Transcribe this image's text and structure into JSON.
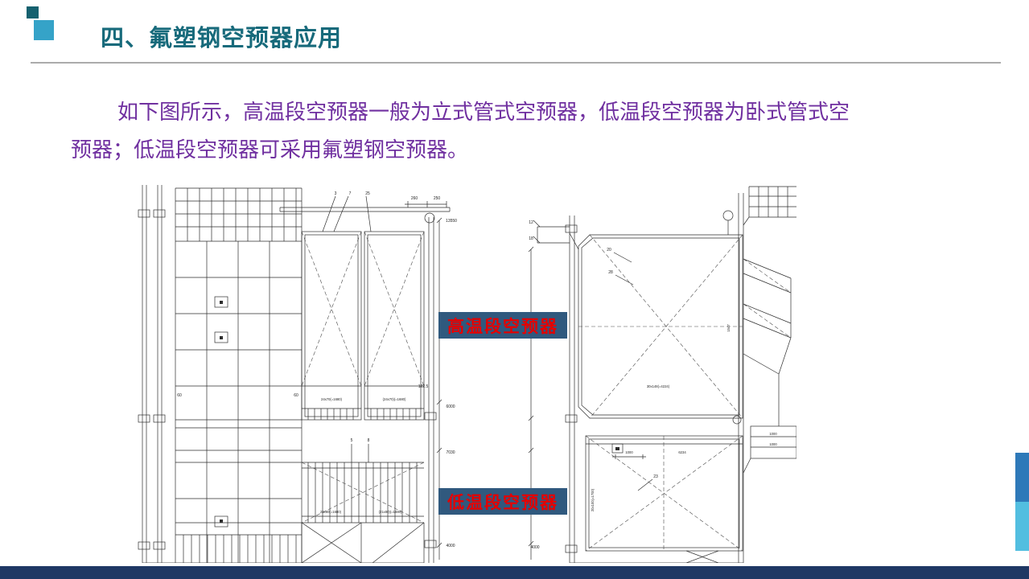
{
  "slide": {
    "title": "四、氟塑钢空预器应用",
    "body_line1": "如下图所示，高温段空预器一般为立式管式空预器，低温段空预器为卧式管式空",
    "body_line2": "预器；低温段空预器可采用氟塑钢空预器。",
    "labels": {
      "high_temp": "高温段空预器",
      "low_temp": "低温段空预器"
    },
    "colors": {
      "title_text": "#176A7B",
      "body_text": "#7030A0",
      "label_background": "#30597E",
      "label_text": "#E60000",
      "accent_square_dark": "#15616F",
      "accent_square_light": "#35A3C8",
      "edge_bar_blue": "#2E79B9",
      "edge_bar_cyan": "#52BEE0",
      "footer_bar": "#1F3864"
    }
  },
  "drawing": {
    "dims": {
      "n3": "3",
      "n7": "7",
      "n25": "25",
      "n5": "5",
      "n8": "8",
      "n12": "12",
      "n18": "18",
      "n20": "20",
      "n28": "28",
      "n23": "23",
      "d260": "260",
      "d250": "250",
      "d13550": "13550",
      "d122_5": "122.5",
      "d6000": "6000",
      "d7030": "7030",
      "d4000_l": "4000",
      "d4000_r": "4000",
      "d60a": "60",
      "d60b": "60",
      "t24a": "24x70(=1680)",
      "t24b": "(24x70)(=1680)",
      "t21a": "21x80(=1680)",
      "t21b": "(21x80)(=1680)",
      "t30": "30x148(=4224)",
      "d1547": "1547",
      "d1000a": "1000",
      "d1000b": "1000",
      "d1000c": "1000",
      "d6234": "6234",
      "t20x100": "20x100(=1700)"
    }
  }
}
